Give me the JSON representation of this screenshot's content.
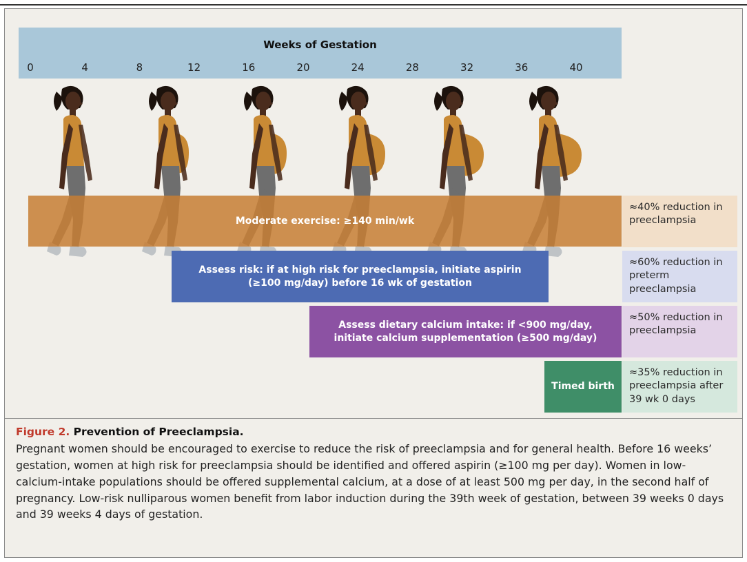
{
  "timeline": {
    "title": "Weeks of Gestation",
    "weeks": [
      "0",
      "4",
      "8",
      "12",
      "16",
      "20",
      "24",
      "28",
      "32",
      "36",
      "40"
    ]
  },
  "interventions": {
    "exercise": "Moderate exercise: ≥140 min/wk",
    "aspirin": "Assess risk: if at high risk for preeclampsia, initiate aspirin (≥100 mg/day) before 16 wk of gestation",
    "calcium": "Assess dietary calcium intake: if <900 mg/day, initiate calcium supplementation (≥500 mg/day)",
    "timed_birth": "Timed birth"
  },
  "outcomes": {
    "exercise": "≈40% reduction in preeclampsia",
    "aspirin": "≈60% reduction in preterm preeclampsia",
    "calcium": "≈50% reduction in preeclampsia",
    "timed_birth": "≈35% reduction in preeclampsia after 39 wk 0 days"
  },
  "colors": {
    "timeline": "#a9c7d9",
    "exercise": "#c77e34",
    "aspirin": "#4d6bb3",
    "calcium": "#8c52a3",
    "timed_birth": "#3f8e68",
    "figure_label": "#c0392b"
  },
  "figure": {
    "label": "Figure 2.",
    "title": "Prevention of Preeclampsia.",
    "caption": "Pregnant women should be encouraged to exercise to reduce the risk of preeclampsia and for general health. Before 16 weeks’ gestation, women at high risk for preeclampsia should be identified and offered aspirin (≥100 mg per day). Women in low-calcium-intake populations should be offered supplemental calcium, at a dose of at least 500 mg per day, in the second half of pregnancy. Low-risk nulliparous women benefit from labor induction during the 39th week of gestation, between 39 weeks 0 days and 39 weeks 4 days of gestation."
  },
  "pregnancy_stages": [
    {
      "name": "woman-walking-stage-1-icon",
      "belly": 0.0
    },
    {
      "name": "woman-walking-stage-2-icon",
      "belly": 0.1
    },
    {
      "name": "woman-walking-stage-3-icon",
      "belly": 0.3
    },
    {
      "name": "woman-walking-stage-4-icon",
      "belly": 0.55
    },
    {
      "name": "woman-walking-stage-5-icon",
      "belly": 0.8
    },
    {
      "name": "woman-walking-stage-6-icon",
      "belly": 1.0
    }
  ]
}
